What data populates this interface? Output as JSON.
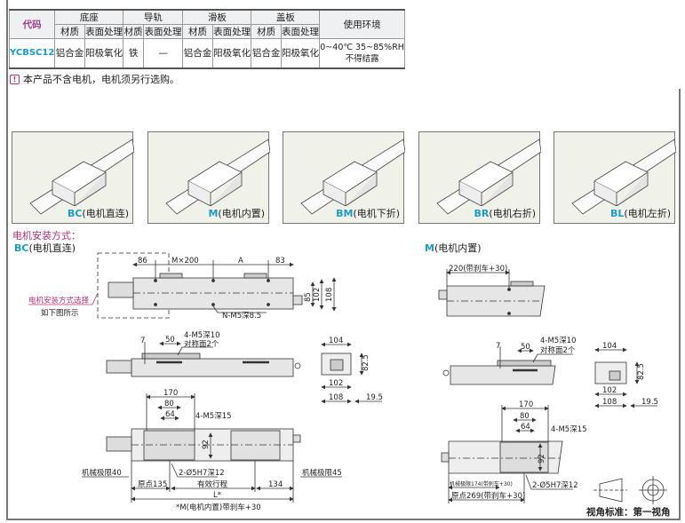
{
  "table": {
    "code_header": "代码",
    "groups": [
      "底座",
      "导轨",
      "滑板",
      "盖板"
    ],
    "sub": {
      "material": "材质",
      "surface": "表面处理"
    },
    "env_header": "使用环境",
    "row": {
      "code": "YCBSC12",
      "base_material": "铝合金",
      "base_surface": "阳极氧化",
      "rail_material": "铁",
      "rail_surface": "—",
      "slider_material": "铝合金",
      "slider_surface": "阳极氧化",
      "cover_material": "铝合金",
      "cover_surface": "阳极氧化",
      "env_line1": "0~40℃  35~85%RH",
      "env_line2": "不得结露"
    }
  },
  "note": {
    "icon": "warning-icon",
    "text": "本产品不含电机，电机须另行选购。"
  },
  "photos": [
    {
      "code": "BC",
      "label": "(电机直连)"
    },
    {
      "code": "M",
      "label": "(电机内置)"
    },
    {
      "code": "BM",
      "label": "(电机下折)"
    },
    {
      "code": "BR",
      "label": "(电机右折)"
    },
    {
      "code": "BL",
      "label": "(电机左折)"
    }
  ],
  "mount": {
    "title": "电机安装方式：",
    "bc_code": "BC",
    "bc_label": "(电机直连)",
    "m_code": "M",
    "m_label": "(电机内置)"
  },
  "bc": {
    "select_note": "电机安装方式选择",
    "select_note2": "如下图所示",
    "d86": "86",
    "dM": "M×200",
    "dA": "A",
    "d83": "83",
    "d85": "85",
    "d102": "102",
    "d108": "108",
    "holes": "N-M5深8.5",
    "side_holes1": "4-M5深10",
    "side_holes2": "对称面2个",
    "d50": "50",
    "d7": "7",
    "end_104": "104",
    "end_825": "82.5",
    "end_102": "102",
    "end_108": "108",
    "end_195": "19.5",
    "d170": "170",
    "d80": "80",
    "d64": "64",
    "holes15": "4-M5深15",
    "d92": "92",
    "pin": "2-Ø5H7深12",
    "mech40": "机械极限40",
    "origin135": "原点135",
    "stroke": "有效行程",
    "d134": "134",
    "mech45": "机械极限45",
    "L": "L*",
    "Lnote": "*M(电机内置)带刹车+30"
  },
  "m": {
    "d220": "220(带刹车+30)",
    "side_holes1": "4-M5深10",
    "side_holes2": "对称面2个",
    "d50": "50",
    "d7": "7",
    "end_104": "104",
    "end_825": "82.5",
    "end_102": "102",
    "end_108": "108",
    "end_195": "19.5",
    "d170": "170",
    "d80": "80",
    "d64": "64",
    "holes15": "4-M5深15",
    "d92": "92",
    "pin": "2-Ø5H7深12",
    "mech174": "机械极限174(带刹车+30)",
    "origin269": "原点269(带刹车+30)"
  },
  "view": {
    "label": "视角标准：第一视角"
  },
  "colors": {
    "accent": "#1a9bc8",
    "pink": "#b0307a"
  }
}
